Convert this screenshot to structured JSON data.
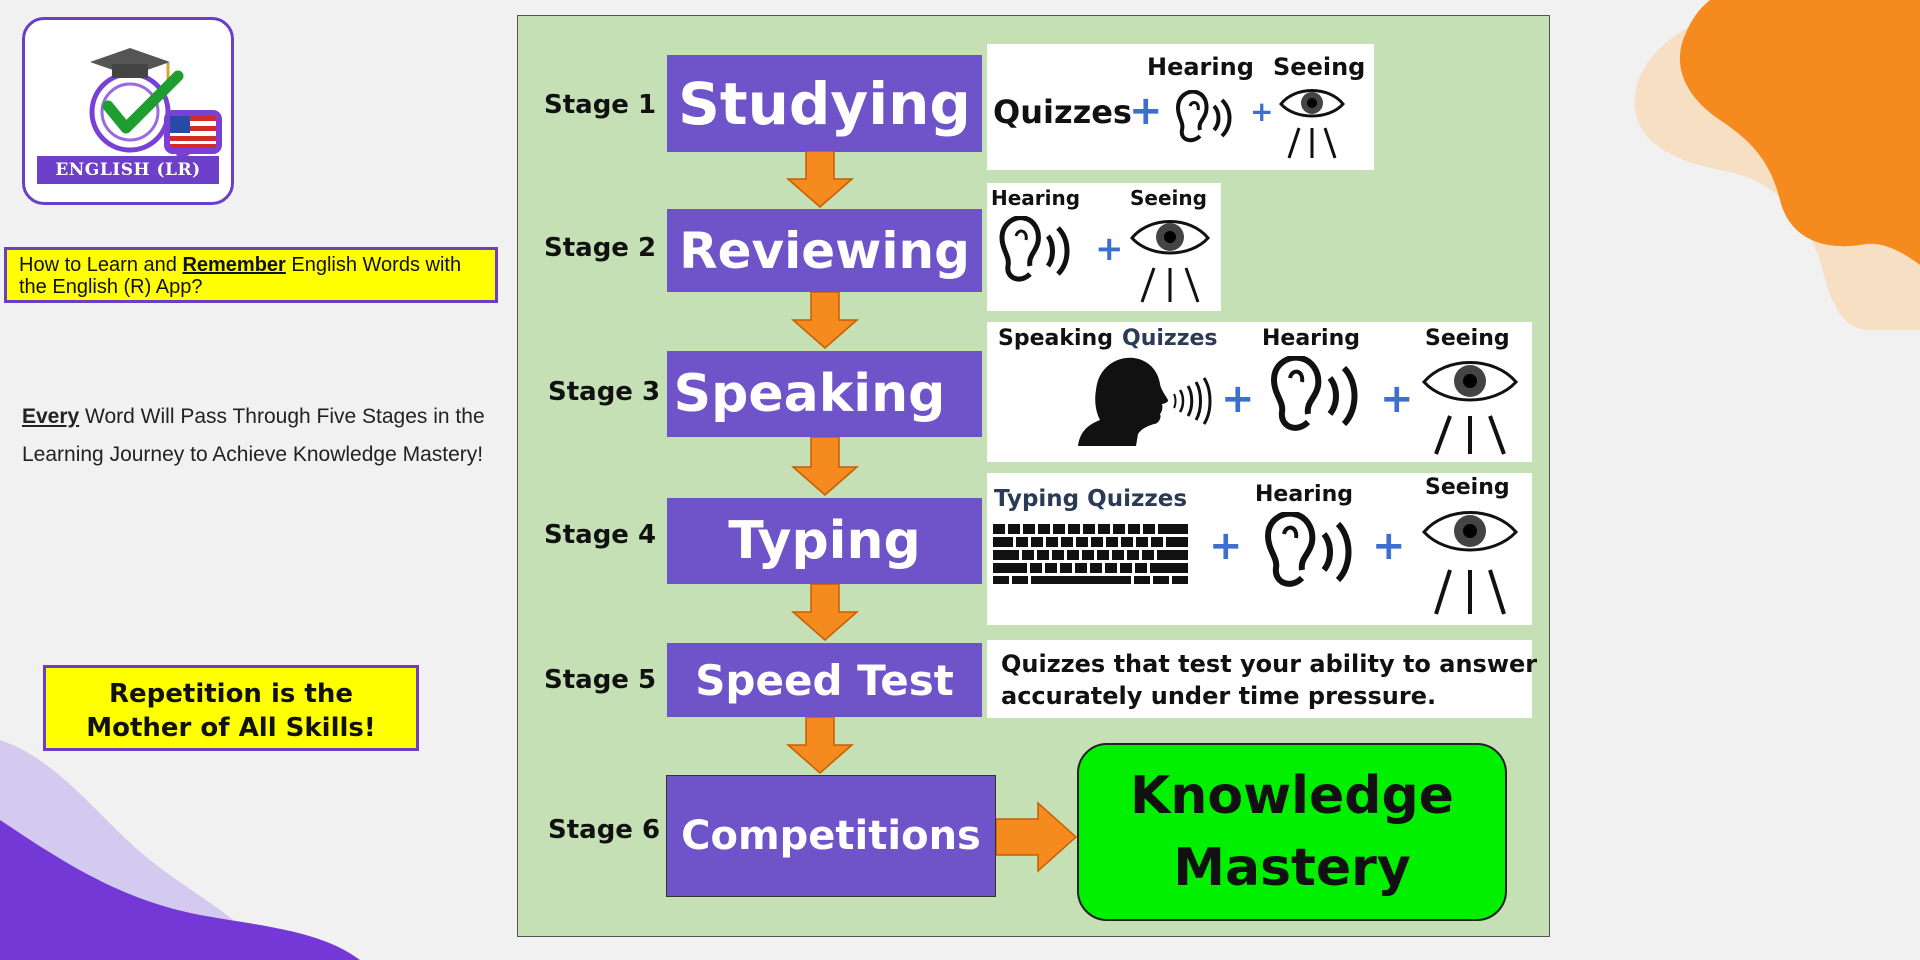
{
  "logo": {
    "label": "ENGLISH (LR)"
  },
  "title": {
    "prefix": "How to Learn and ",
    "emphasis": "Remember",
    "suffix": " English Words with the English (R) App?"
  },
  "intro": {
    "emphasis": "Every",
    "text": " Word Will Pass Through Five Stages in the Learning Journey to Achieve Knowledge Mastery!"
  },
  "motto": {
    "line1": "Repetition is the",
    "line2": "Mother of All Skills!"
  },
  "stages": [
    {
      "label": "Stage 1",
      "name": "Studying"
    },
    {
      "label": "Stage 2",
      "name": "Reviewing"
    },
    {
      "label": "Stage 3",
      "name": "Speaking"
    },
    {
      "label": "Stage 4",
      "name": "Typing"
    },
    {
      "label": "Stage 5",
      "name": "Speed Test"
    },
    {
      "label": "Stage 6",
      "name": "Competitions"
    }
  ],
  "cards": {
    "stage1": {
      "quizzes": "Quizzes",
      "hearing": "Hearing",
      "seeing": "Seeing"
    },
    "stage2": {
      "hearing": "Hearing",
      "seeing": "Seeing"
    },
    "stage3": {
      "speaking": "Speaking",
      "quizzes": "Quizzes",
      "hearing": "Hearing",
      "seeing": "Seeing"
    },
    "stage4": {
      "typing_quizzes": "Typing Quizzes",
      "hearing": "Hearing",
      "seeing": "Seeing"
    },
    "stage5": {
      "line1": "Quizzes that test your ability to answer",
      "line2": "accurately under time pressure."
    }
  },
  "plus_symbol": "+",
  "result": {
    "line1": "Knowledge",
    "line2": "Mastery"
  },
  "colors": {
    "panel": "#c5e0b4",
    "stage_box": "#6e53c9",
    "arrow": "#f58a1f",
    "mastery": "#00f000",
    "highlight": "#ffff00",
    "plus": "#3d6fd0"
  }
}
